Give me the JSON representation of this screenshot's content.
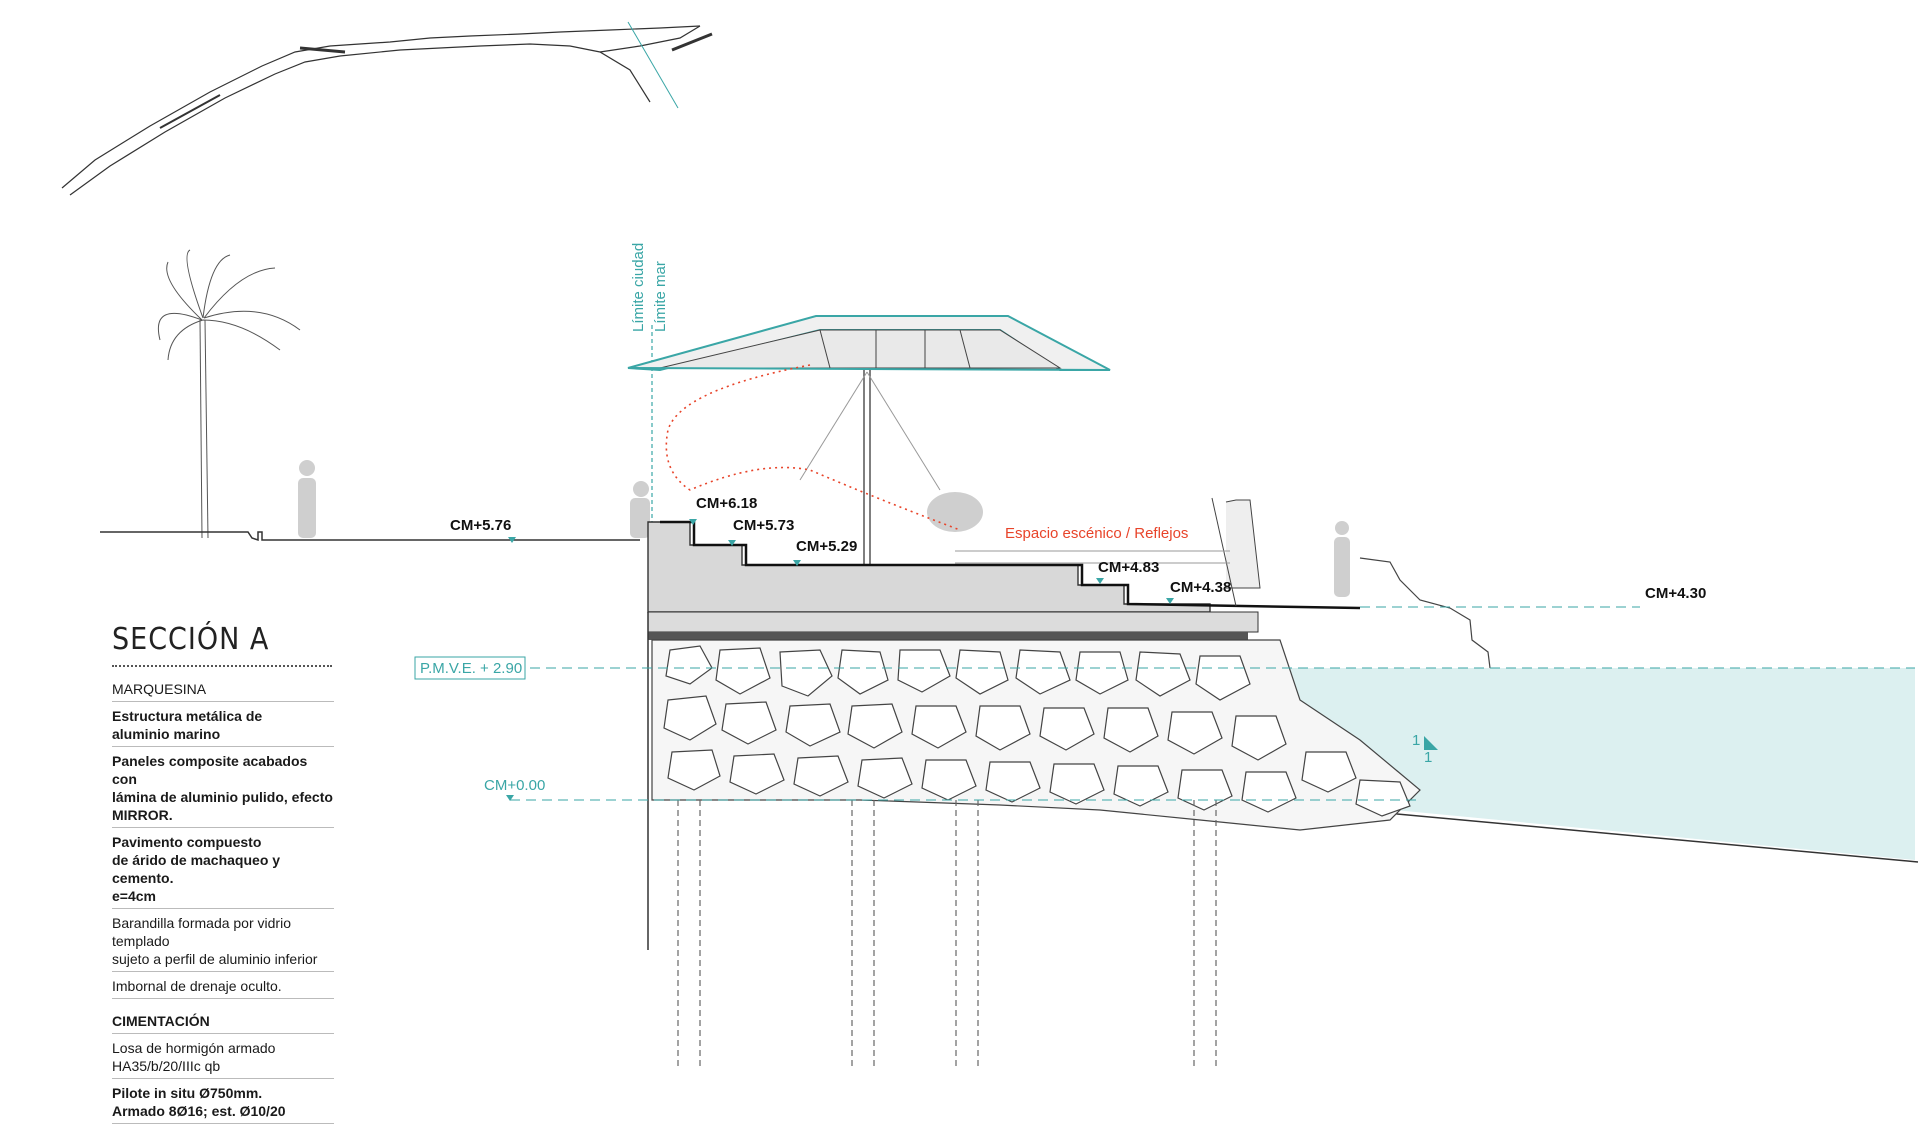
{
  "colors": {
    "accent_teal": "#3aa6a6",
    "water": "#dcf0f0",
    "annotation_red": "#e8442a",
    "concrete": "#d8d8d8"
  },
  "section": {
    "title": "SECCIÓN A"
  },
  "labels": {
    "limite_ciudad": "Límite ciudad",
    "limite_mar": "Límite mar",
    "escenico": "Espacio escénico / Reflejos",
    "pmve": "P.M.V.E. + 2.90",
    "cm000": "CM+0.00",
    "slope_v": "1",
    "slope_h": "1"
  },
  "levels": {
    "cm576": "CM+5.76",
    "cm618": "CM+6.18",
    "cm573": "CM+5.73",
    "cm529": "CM+5.29",
    "cm483": "CM+4.83",
    "cm438": "CM+4.38",
    "cm430": "CM+4.30"
  },
  "legend": {
    "marquesina_head": "MARQUESINA",
    "items": [
      "Estructura metálica de\naluminio marino",
      "Paneles composite acabados con\nlámina de aluminio pulido, efecto\nMIRROR.",
      "Pavimento compuesto\nde árido de machaqueo y cemento.\ne=4cm",
      "Barandilla formada por vidrio templado\nsujeto a perfil de aluminio inferior",
      "Imbornal de drenaje oculto."
    ],
    "cimentacion_head": "CIMENTACIÓN",
    "cim_items": [
      "Losa de hormigón armado\nHA35/b/20/IIIc qb",
      "Pilote in situ Ø750mm.\nArmado 8Ø16; est. Ø10/20"
    ]
  }
}
